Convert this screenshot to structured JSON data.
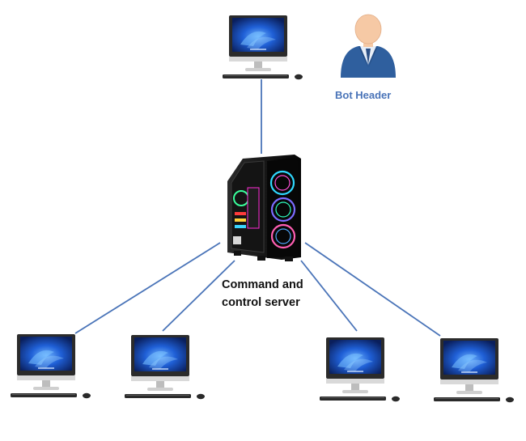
{
  "diagram": {
    "colors": {
      "connector": "#4a74b8",
      "screen_blue": "#1f5fd6",
      "person_coat": "#2f5f9e",
      "person_skin": "#f6c9a5",
      "label_blue": "#4a74b8"
    },
    "bot_header": {
      "label": "Bot Header",
      "icon": "person-icon"
    },
    "server": {
      "label_line1": "Command  and",
      "label_line2": "control server",
      "icon": "pc-tower-icon"
    },
    "clients": [
      {
        "name": "top-client",
        "icon": "desktop-computer-icon"
      },
      {
        "name": "bottom-client-1",
        "icon": "desktop-computer-icon"
      },
      {
        "name": "bottom-client-2",
        "icon": "desktop-computer-icon"
      },
      {
        "name": "bottom-client-3",
        "icon": "desktop-computer-icon"
      },
      {
        "name": "bottom-client-4",
        "icon": "desktop-computer-icon"
      }
    ]
  }
}
